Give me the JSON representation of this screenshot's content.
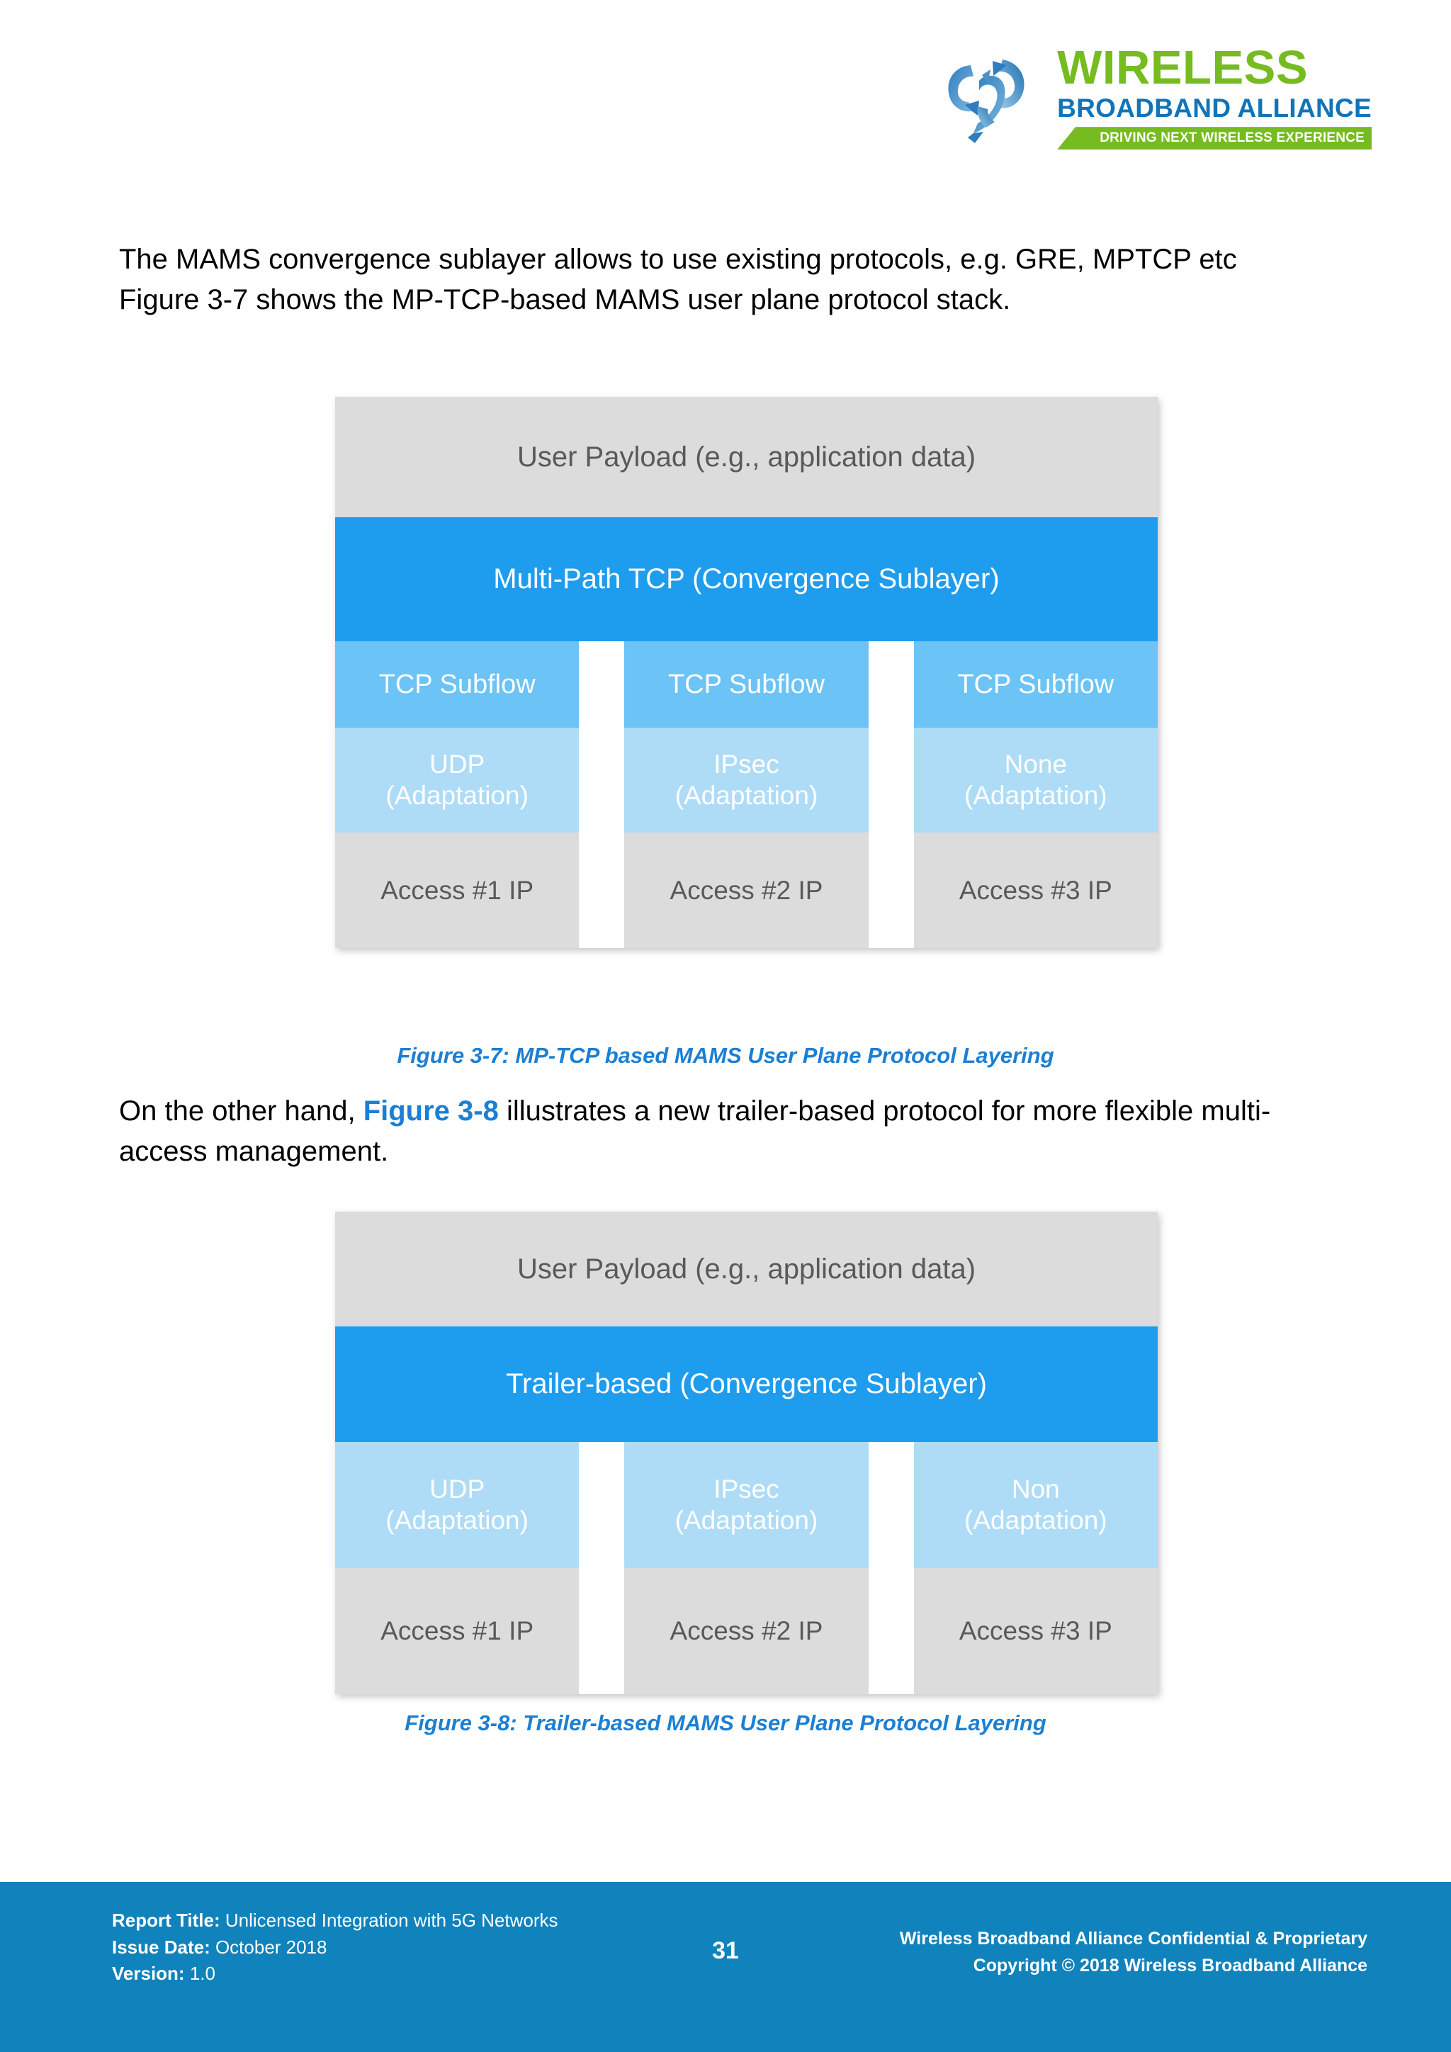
{
  "header": {
    "logo": {
      "icon": "wba-arrows-logo-icon",
      "line1": "WIRELESS",
      "line2": "BROADBAND ALLIANCE",
      "tagline": "DRIVING NEXT WIRELESS EXPERIENCE",
      "green": "#76BC21",
      "blue": "#1274B8"
    }
  },
  "body": {
    "paragraph_1": {
      "line_1": "The MAMS convergence sublayer allows to use existing protocols, e.g. GRE, MPTCP etc",
      "line_2": "Figure 3-7 shows the MP-TCP-based MAMS user plane protocol stack."
    },
    "paragraph_2": {
      "line_1_before": "On the other hand, ",
      "line_1_xref": "Figure 3-8",
      "line_1_after": " illustrates a new trailer-based protocol for more flexible multi-",
      "line_2": "access management."
    }
  },
  "figures": [
    {
      "caption": "Figure 3-7: MP-TCP based MAMS User Plane Protocol Layering",
      "payload": "User Payload (e.g., application data)",
      "convergence": "Multi-Path TCP (Convergence Sublayer)",
      "columns": [
        {
          "subflow": "TCP Subflow",
          "adaptation_name": "UDP",
          "adaptation_suffix": "(Adaptation)",
          "access": "Access #1 IP"
        },
        {
          "subflow": "TCP Subflow",
          "adaptation_name": "IPsec",
          "adaptation_suffix": "(Adaptation)",
          "access": "Access #2 IP"
        },
        {
          "subflow": "TCP Subflow",
          "adaptation_name": "None",
          "adaptation_suffix": "(Adaptation)",
          "access": "Access #3 IP"
        }
      ]
    },
    {
      "caption": "Figure 3-8: Trailer-based MAMS User Plane Protocol Layering",
      "payload": "User Payload (e.g., application data)",
      "convergence": "Trailer-based (Convergence Sublayer)",
      "columns": [
        {
          "adaptation_name": "UDP",
          "adaptation_suffix": "(Adaptation)",
          "access": "Access #1 IP"
        },
        {
          "adaptation_name": "IPsec",
          "adaptation_suffix": "(Adaptation)",
          "access": "Access #2 IP"
        },
        {
          "adaptation_name": "Non",
          "adaptation_suffix": "(Adaptation)",
          "access": "Access #3 IP"
        }
      ]
    }
  ],
  "colors": {
    "payload_grey": "#DCDCDC",
    "convergence_blue": "#1E9CEE",
    "subflow_blue": "#6CC3F5",
    "adaptation_blue": "#AEDCF7",
    "caption_blue": "#1B7FD4",
    "footer_blue": "#1082BC"
  },
  "footer": {
    "report_title_label": "Report Title:",
    "report_title_value": " Unlicensed Integration with 5G Networks",
    "issue_date_label": "Issue Date:",
    "issue_date_value": " October 2018",
    "version_label": "Version:",
    "version_value": " 1.0",
    "page_number": "31",
    "confidential": "Wireless Broadband Alliance Confidential & Proprietary",
    "copyright": "Copyright © 2018 Wireless Broadband Alliance"
  }
}
